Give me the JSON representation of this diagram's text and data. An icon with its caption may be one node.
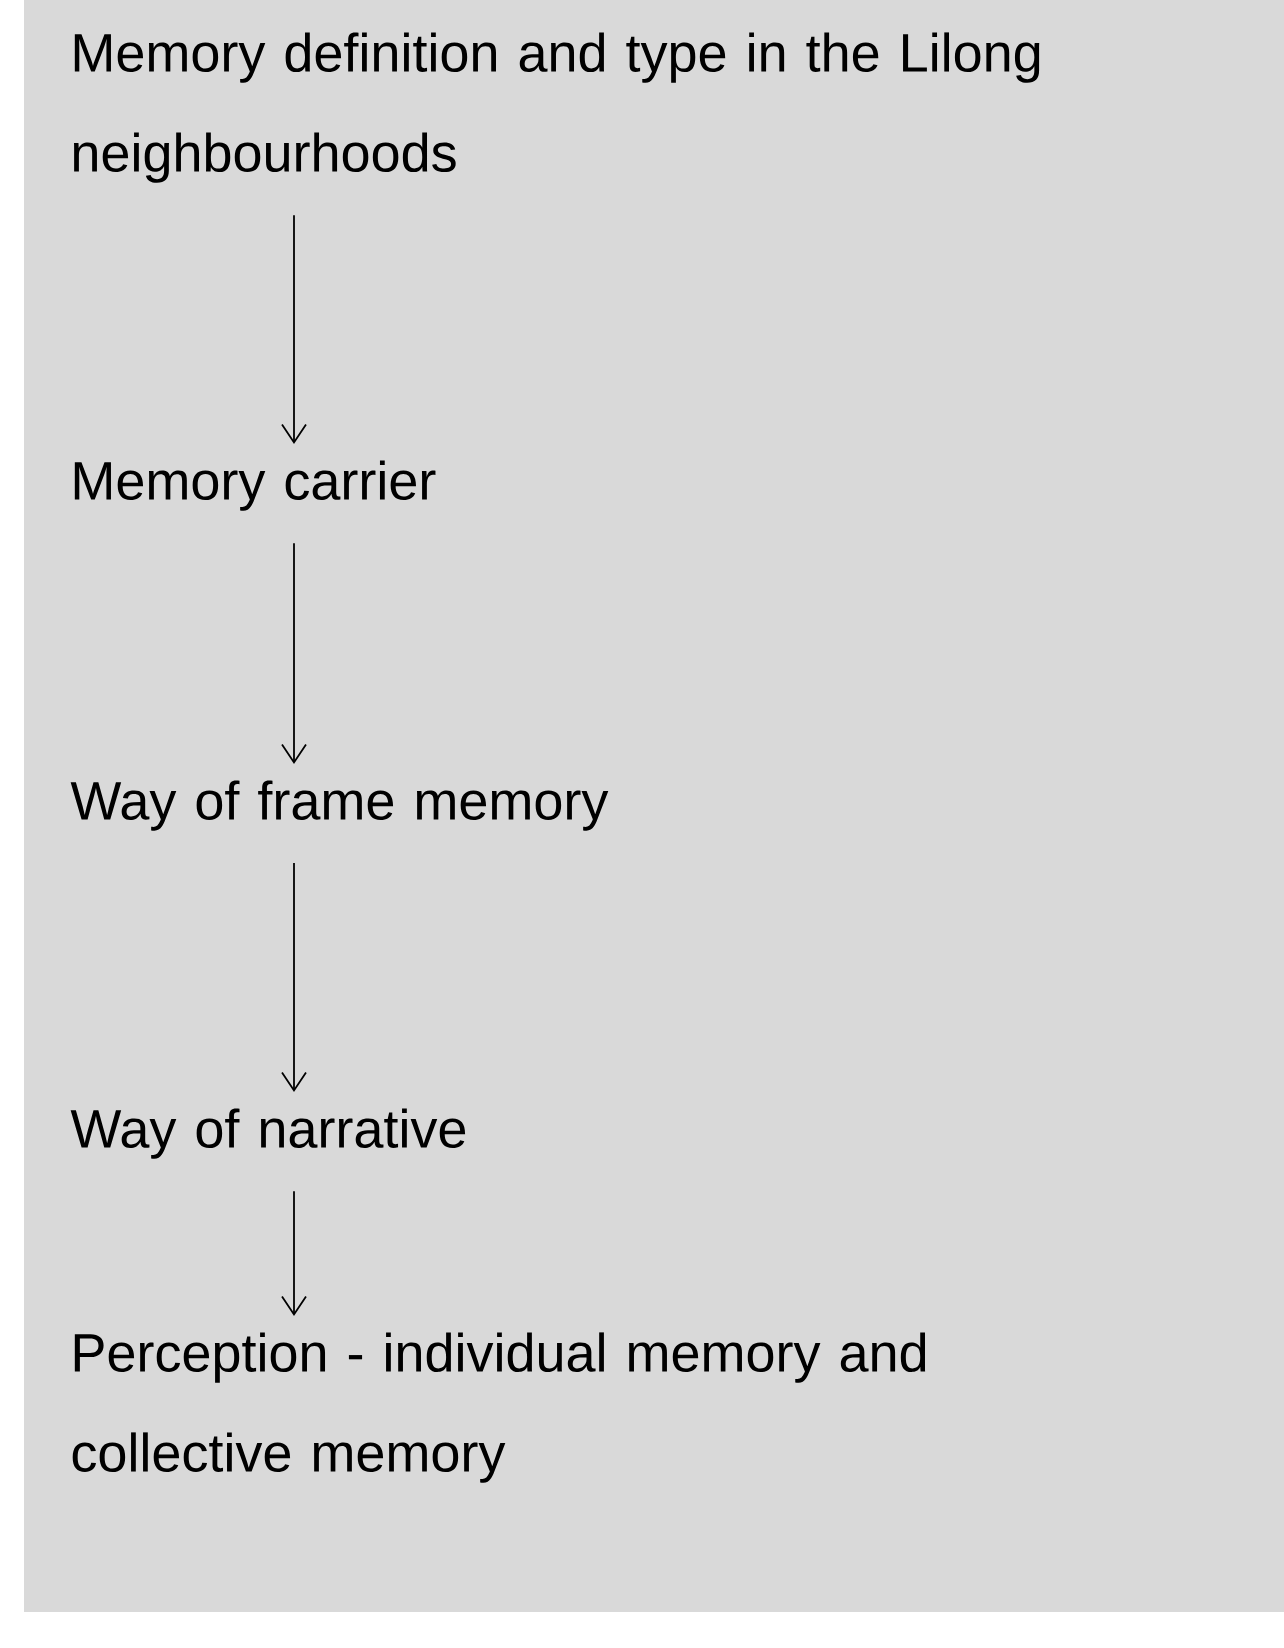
{
  "diagram": {
    "nodes": [
      {
        "text": [
          "Memory definition and type in the Lilong neighbourhoods"
        ]
      },
      {
        "text": [
          "Memory carrier"
        ]
      },
      {
        "text": [
          "Way of frame memory"
        ]
      },
      {
        "text": [
          "Way of narrative"
        ]
      },
      {
        "text": [
          "Perception - individual memory and collective memory"
        ]
      }
    ],
    "edges": [
      {
        "from": 0,
        "to": 1,
        "arrow": "to"
      },
      {
        "from": 1,
        "to": 2,
        "arrow": "to"
      },
      {
        "from": 2,
        "to": 3,
        "arrow": "to"
      },
      {
        "from": 3,
        "to": 4,
        "arrow": "to"
      }
    ]
  }
}
